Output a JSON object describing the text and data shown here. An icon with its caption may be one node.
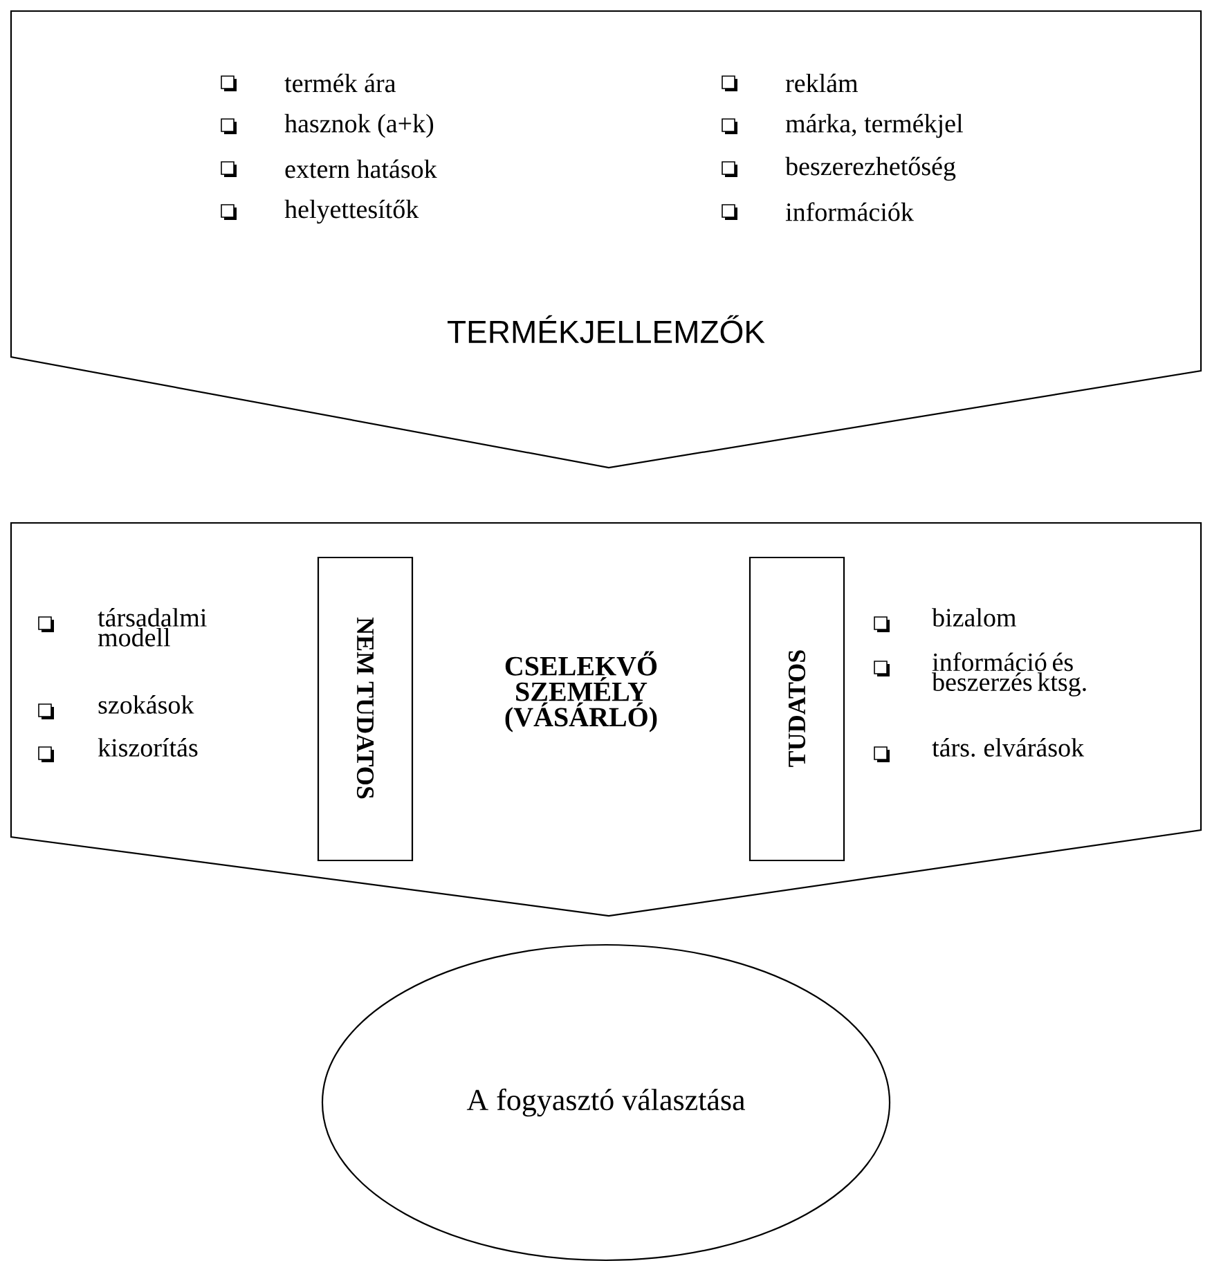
{
  "diagram": {
    "nodes": [
      {
        "text": [
          "termék ára",
          "hasznok (a+k)",
          "extern hatások",
          "helyettesítők",
          "reklám",
          "márka, termékjel",
          "beszerezhetőség",
          "információk",
          "TERMÉKJELLEMZŐK"
        ]
      },
      {
        "text": [
          "társadalmi modell",
          "szokások",
          "kiszorítás",
          "CSELEKVŐ SZEMÉLY (VÁSÁRLÓ)",
          "bizalom",
          "információ és beszerzés ktsg.",
          "társ. elvárások"
        ]
      },
      {
        "text": [
          "NEM TUDATOS"
        ],
        "in": 1
      },
      {
        "text": [
          "TUDATOS"
        ],
        "in": 1
      },
      {
        "text": [
          "A fogyasztó választása"
        ]
      }
    ]
  }
}
